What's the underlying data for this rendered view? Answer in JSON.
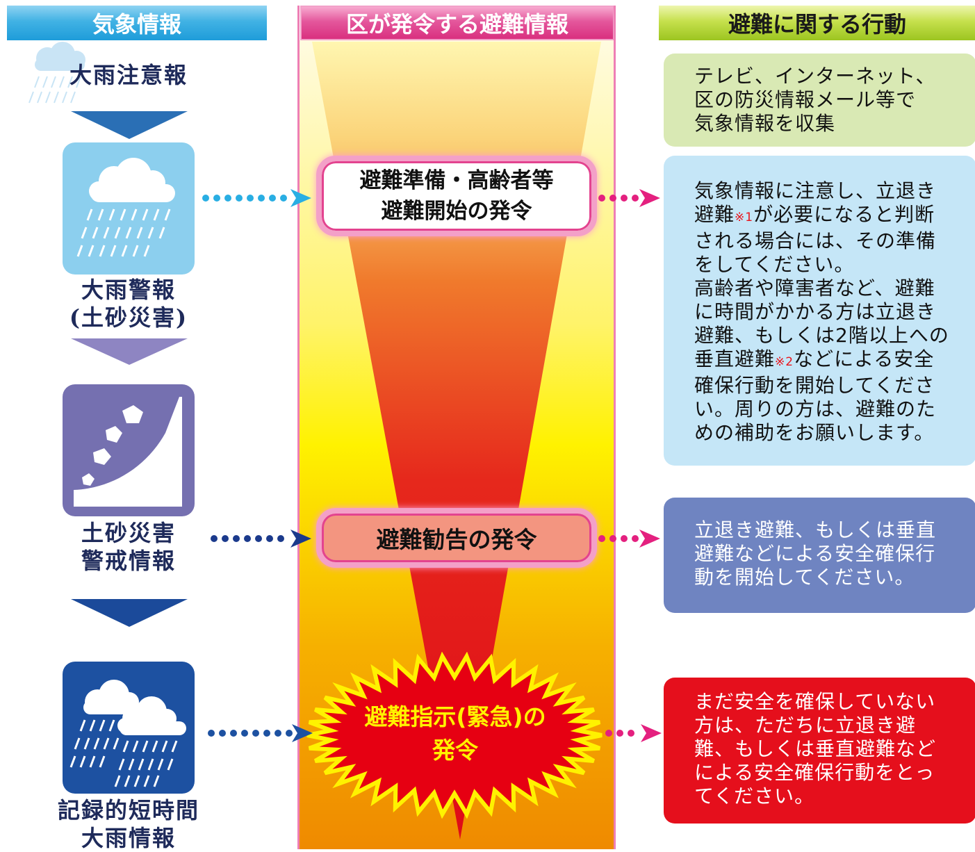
{
  "headers": {
    "weather": "気象情報",
    "evacuation_info": "区が発令する避難情報",
    "actions": "避難に関する行動"
  },
  "weather": {
    "advisory": "大雨注意報",
    "warning_line1": "大雨警報",
    "warning_line2": "(土砂災害)",
    "landslide_line1": "土砂災害",
    "landslide_line2": "警戒情報",
    "record_line1": "記録的短時間",
    "record_line2": "大雨情報"
  },
  "orders": {
    "prepare_line1": "避難準備・高齢者等",
    "prepare_line2": "避難開始の発令",
    "advise": "避難勧告の発令",
    "emergency_line1": "避難指示(緊急)の",
    "emergency_line2": "発令"
  },
  "actions": {
    "collect": [
      "テレビ、インターネット、",
      "区の防災情報メール等で",
      "気象情報を収集"
    ],
    "prepare": {
      "line1": "気象情報に注意し、立退き",
      "line2_a": "避難",
      "note1": "※1",
      "line2_b": "が必要になると判断",
      "line3": "される場合には、その準備",
      "line4": "をしてください。",
      "line5": "高齢者や障害者など、避難",
      "line6": "に時間がかかる方は立退き",
      "line7": "避難、もしくは2階以上への",
      "line8_a": "垂直避難",
      "note2": "※2",
      "line8_b": "などによる安全",
      "line9": "確保行動を開始してくださ",
      "line10": "い。周りの方は、避難のた",
      "line11": "めの補助をお願いします。"
    },
    "advise": [
      "立退き避難、もしくは垂直",
      "避難などによる安全確保行",
      "動を開始してください。"
    ],
    "emergency": [
      "まだ安全を確保していない",
      "方は、ただちに立退き避",
      "難、もしくは垂直避難など",
      "による安全確保行動をとっ",
      "てください。"
    ]
  },
  "colors": {
    "box_collect": "#d9e9b4",
    "box_prepare": "#c5e6f7",
    "box_advise": "#6f84c1",
    "box_emergency": "#e50f1c",
    "arrow_blue": "#2a6fb5",
    "arrow_purple": "#8e85c2",
    "arrow_navy": "#1b4a9a",
    "pink": "#e4207f"
  }
}
